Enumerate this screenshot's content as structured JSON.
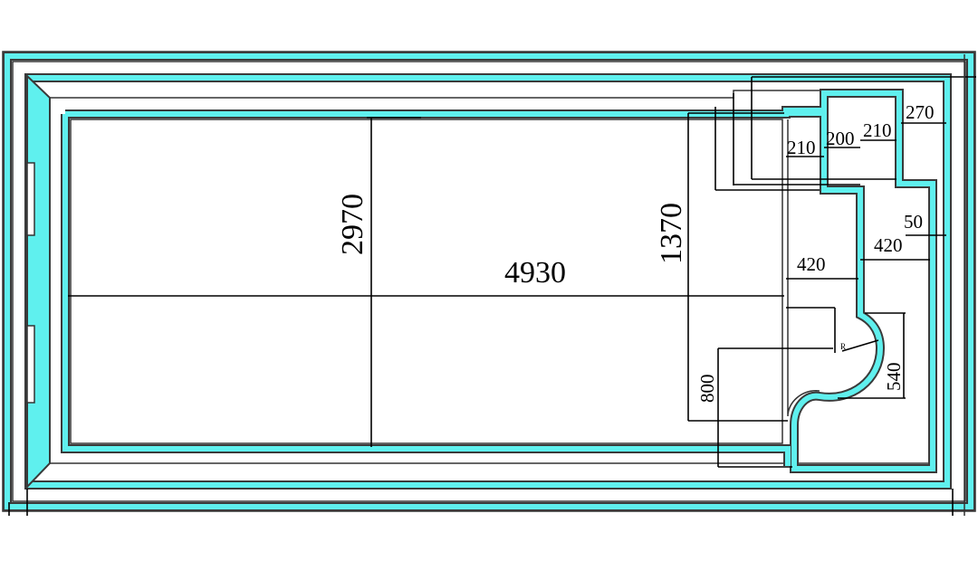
{
  "colors": {
    "accent": "#5ff0ee",
    "line": "#000000",
    "outline": "#3a3a3a"
  },
  "dimensions": {
    "width_total": "2970",
    "length_main": "4930",
    "step_zone_height": "1370",
    "bench_length": "800",
    "arc_depth": "540",
    "step_width_left": "420",
    "step_width_right": "420",
    "wall_offset": "50",
    "step1": "210",
    "step2": "200",
    "step3": "210",
    "step_top": "270",
    "radius_mark": "R"
  }
}
